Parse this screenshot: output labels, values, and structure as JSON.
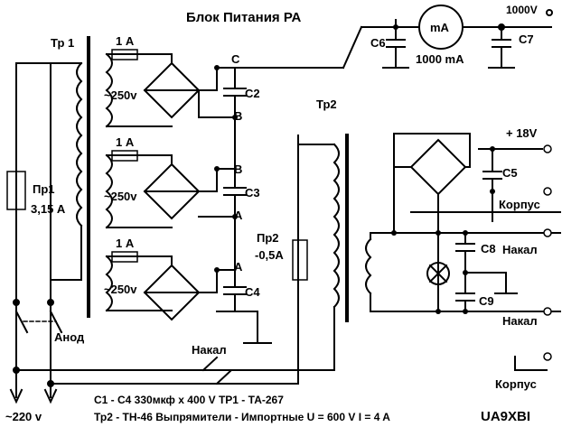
{
  "title": "Блок Питания РА",
  "labels": {
    "tr1": "Тр 1",
    "tr2": "Тр2",
    "pr1_name": "Пр1",
    "pr1_rating": "3,15 А",
    "pr2_name": "Пр2",
    "pr2_rating": "-0,5А",
    "fuse1": "1 А",
    "fuse2": "1 А",
    "fuse3": "1 А",
    "winding1": "~250v",
    "winding2": "~250v",
    "winding3": "~250v",
    "node_c": "С",
    "node_b1": "В",
    "node_b2": "В",
    "node_a1": "А",
    "node_a2": "А",
    "c2": "С2",
    "c3": "С3",
    "c4": "С4",
    "c5": "С5",
    "c6": "С6",
    "c7": "С7",
    "c8": "С8",
    "c9": "С9",
    "meter": "mA",
    "meter_range": "1000 mA",
    "hv_out": "1000V",
    "lv_out": "+  18V",
    "korpus1": "Корпус",
    "korpus2": "Корпус",
    "nakal_out1": "Накал",
    "nakal_out2": "Накал",
    "nakal_switch": "Накал",
    "anod_switch": "Анод",
    "mains": "~220  v",
    "note_line1": "С1 - С4  330мкф х 400 V   ТР1 - ТА-267",
    "note_line2": "Тр2 - ТН-46   Выпрямители - Импортные U = 600 V  I = 4 A",
    "callsign": "UA9XBI"
  },
  "colors": {
    "line": "#000000",
    "background": "#ffffff"
  }
}
